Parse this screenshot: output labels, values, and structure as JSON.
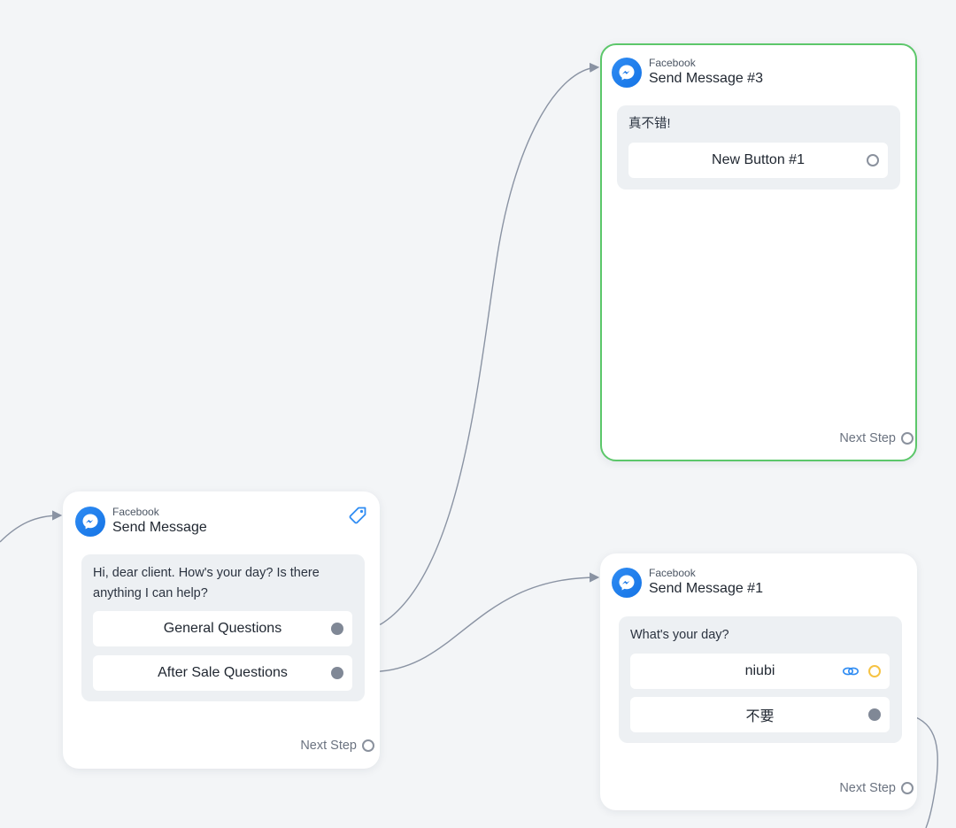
{
  "nodes": {
    "send_message": {
      "platform": "Facebook",
      "title": "Send Message",
      "text": "Hi, dear client. How's your day? Is there anything I can help?",
      "buttons": [
        {
          "label": "General Questions"
        },
        {
          "label": "After Sale Questions"
        }
      ],
      "next_step": "Next Step"
    },
    "send_message_3": {
      "platform": "Facebook",
      "title": "Send Message #3",
      "text": "真不错!",
      "buttons": [
        {
          "label": "New Button #1"
        }
      ],
      "next_step": "Next Step"
    },
    "send_message_1": {
      "platform": "Facebook",
      "title": "Send Message #1",
      "text": "What's your day?",
      "buttons": [
        {
          "label": "niubi"
        },
        {
          "label": "不要"
        }
      ],
      "next_step": "Next Step"
    }
  },
  "colors": {
    "canvas_bg": "#f3f5f7",
    "selected_border": "#5cc76a",
    "wire": "#8a93a3",
    "facebook_blue": "#1574e6",
    "port_yellow": "#f6c343"
  },
  "icons": {
    "platform": "facebook-messenger-icon",
    "tag": "tag-icon",
    "link": "link-icon"
  }
}
